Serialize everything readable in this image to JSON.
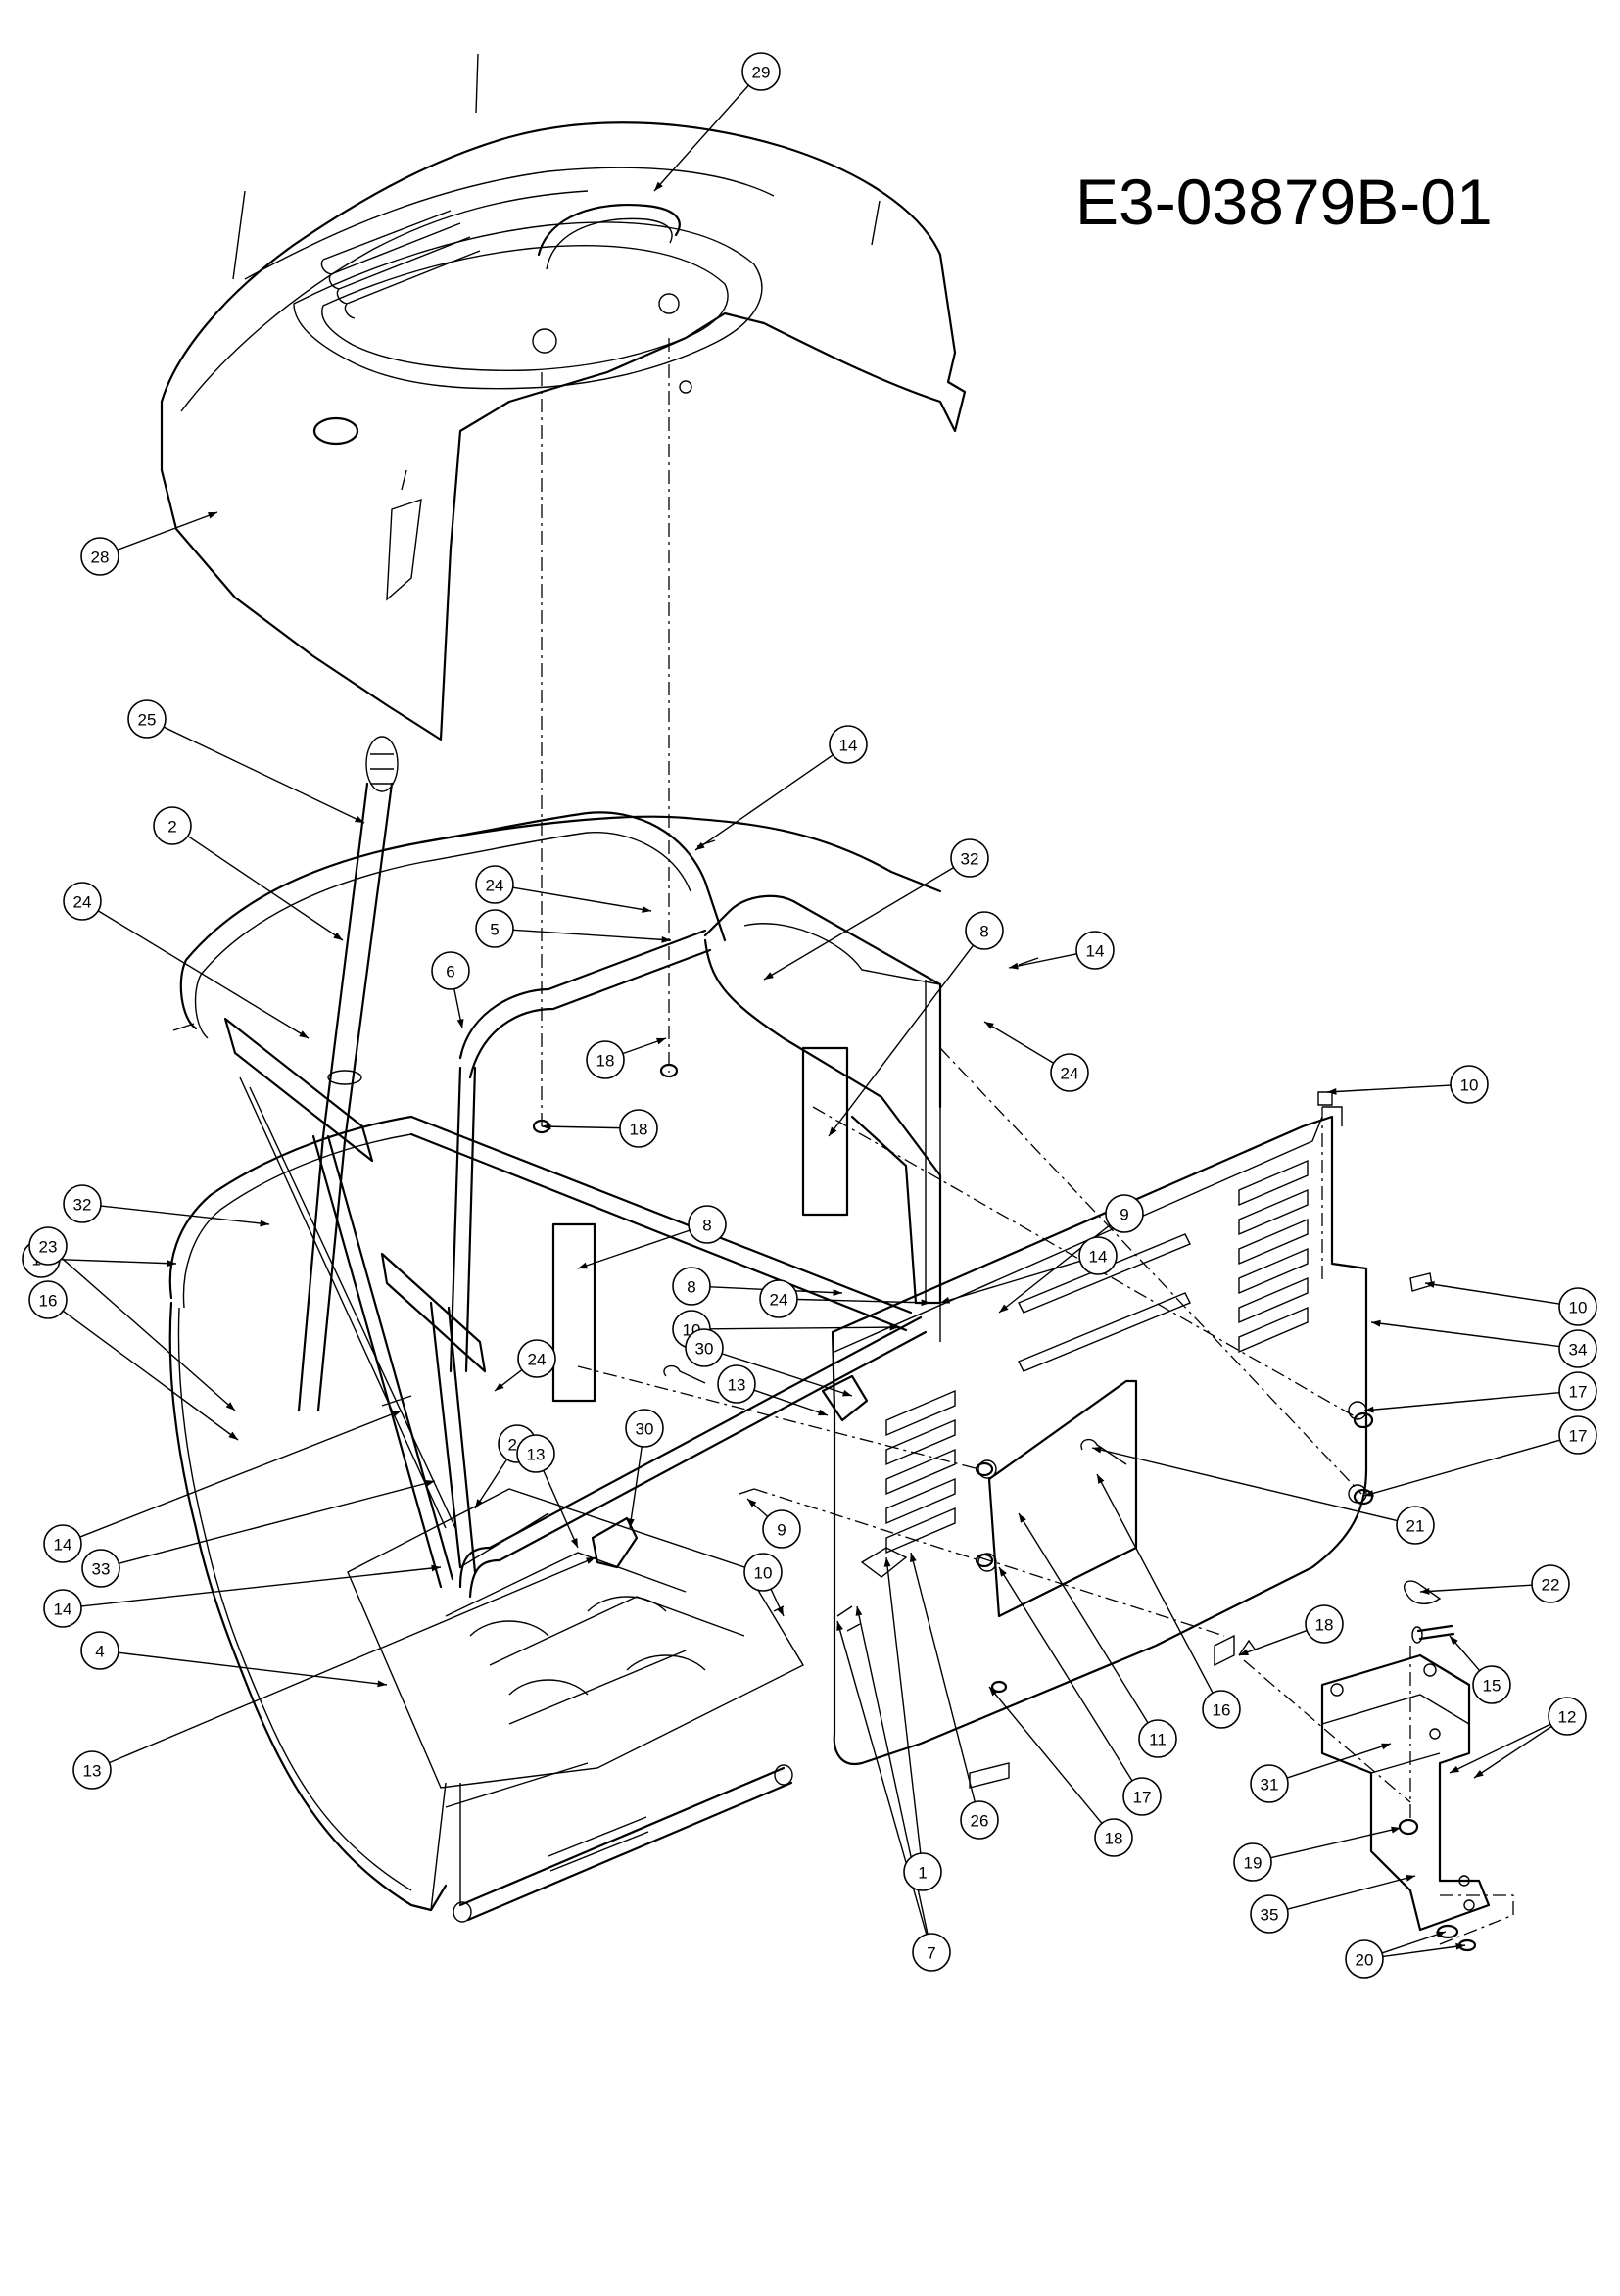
{
  "diagram": {
    "document_code": "E3-03879B-01",
    "callouts": [
      "29",
      "28",
      "25",
      "2",
      "24",
      "14",
      "5",
      "6",
      "18",
      "32",
      "8",
      "10",
      "9",
      "34",
      "17",
      "21",
      "23",
      "16",
      "30",
      "13",
      "33",
      "4",
      "22",
      "15",
      "12",
      "31",
      "19",
      "35",
      "20",
      "11",
      "26",
      "1",
      "7"
    ]
  }
}
